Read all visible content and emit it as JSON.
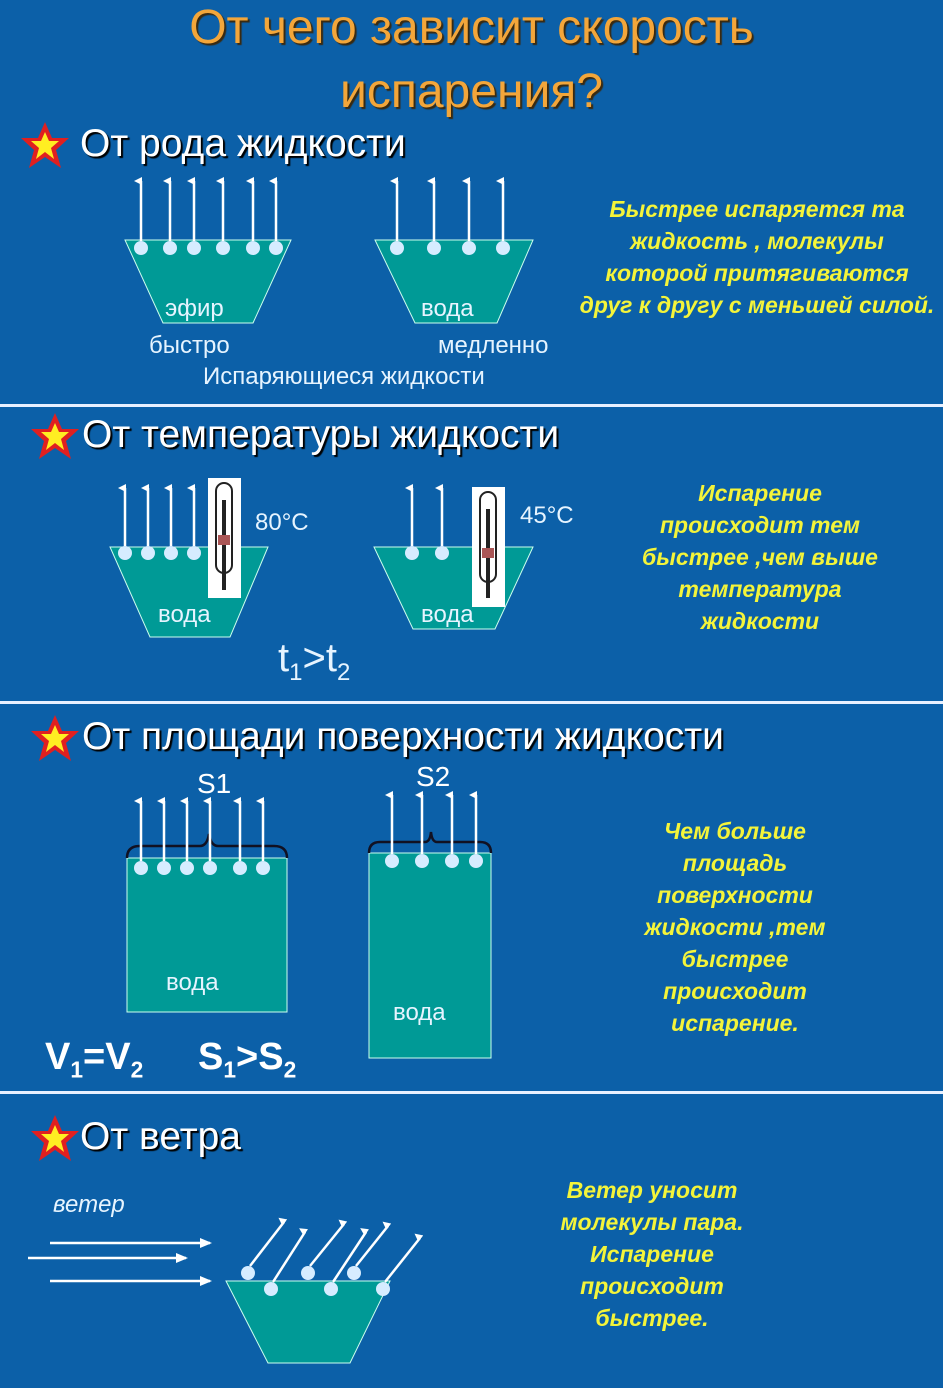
{
  "title": {
    "line1": "От чего зависит скорость",
    "line2": "испарения?"
  },
  "colors": {
    "background": "#0c60a8",
    "title": "#f3a63a",
    "note": "#f4f43a",
    "liquid": "#009a96"
  },
  "sections": [
    {
      "icon": "star-icon",
      "heading": "От рода жидкости",
      "labels": {
        "left_liquid": "эфир",
        "right_liquid": "вода",
        "left_speed": "быстро",
        "right_speed": "медленно",
        "caption": "Испаряющиеся жидкости"
      },
      "note": "Быстрее испаряется та жидкость , молекулы которой притягиваются друг к другу с меньшей силой."
    },
    {
      "icon": "star-icon",
      "heading": "От температуры жидкости",
      "labels": {
        "left_liquid": "вода",
        "right_liquid": "вода",
        "left_temp": "80°C",
        "right_temp": "45°C"
      },
      "formula": {
        "t": "t",
        "sub1": "1",
        "op": ">",
        "sub2": "2"
      },
      "note": "Испарение происходит тем быстрее ,чем выше температура жидкости"
    },
    {
      "icon": "star-icon",
      "heading": "От площади поверхности жидкости",
      "labels": {
        "left_liquid": "вода",
        "right_liquid": "вода",
        "s1": "S1",
        "s2": "S2"
      },
      "formula_v": {
        "v": "V",
        "sub1": "1",
        "op": "=",
        "sub2": "2"
      },
      "formula_s": {
        "s": "S",
        "sub1": "1",
        "op": ">",
        "sub2": "2"
      },
      "note": "Чем больше площадь поверхности жидкости ,тем быстрее происходит испарение."
    },
    {
      "icon": "star-icon",
      "heading": "От ветра",
      "labels": {
        "wind": "ветер"
      },
      "note": "Ветер уносит молекулы пара. Испарение происходит быстрее."
    }
  ]
}
